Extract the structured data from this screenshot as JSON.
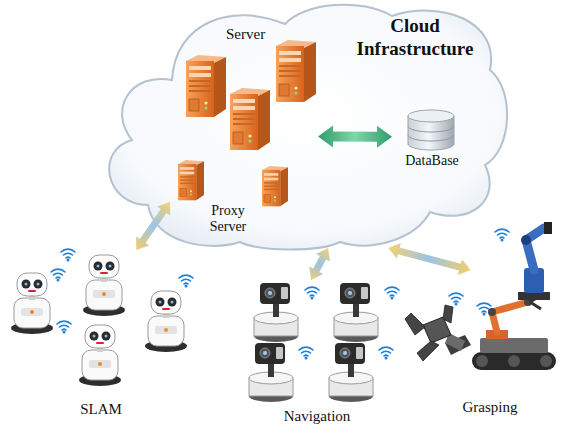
{
  "diagram": {
    "nodes": [
      {
        "text": [
          "Cloud Infrastructure"
        ]
      },
      {
        "text": [
          "Server"
        ],
        "in": 0
      },
      {
        "text": [
          "DataBase"
        ],
        "in": 0
      },
      {
        "text": [
          "Proxy Server"
        ],
        "in": 0
      },
      {
        "text": [
          "SLAM"
        ]
      },
      {
        "text": [
          "Navigation"
        ]
      },
      {
        "text": [
          "Grasping"
        ]
      }
    ],
    "edges": [
      {
        "from": 1,
        "to": 2,
        "arrow": "both"
      },
      {
        "from": 3,
        "to": 4,
        "arrow": "both"
      },
      {
        "from": 0,
        "to": 5,
        "arrow": "both"
      },
      {
        "from": 0,
        "to": 6,
        "arrow": "both"
      }
    ]
  }
}
